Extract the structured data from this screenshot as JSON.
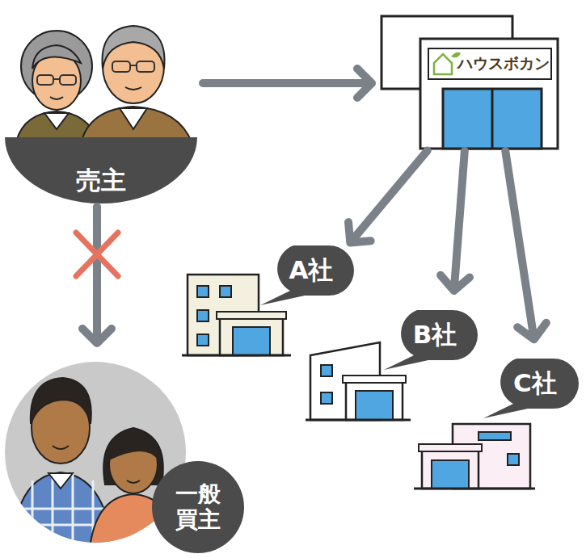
{
  "diagram": {
    "nodes": [
      {
        "text": [
          "売主"
        ]
      },
      {
        "text": [
          "ハウスボカン"
        ]
      },
      {
        "text": [
          "A社"
        ]
      },
      {
        "text": [
          "B社"
        ]
      },
      {
        "text": [
          "C社"
        ]
      },
      {
        "text": [
          "一般 買主"
        ]
      }
    ],
    "edges": [
      {
        "from": 0,
        "to": 1,
        "arrow": "to"
      },
      {
        "from": 1,
        "to": 2,
        "arrow": "to"
      },
      {
        "from": 1,
        "to": 3,
        "arrow": "to"
      },
      {
        "from": 1,
        "to": 4,
        "arrow": "to"
      },
      {
        "from": 0,
        "to": 5,
        "arrow": "to"
      }
    ]
  }
}
